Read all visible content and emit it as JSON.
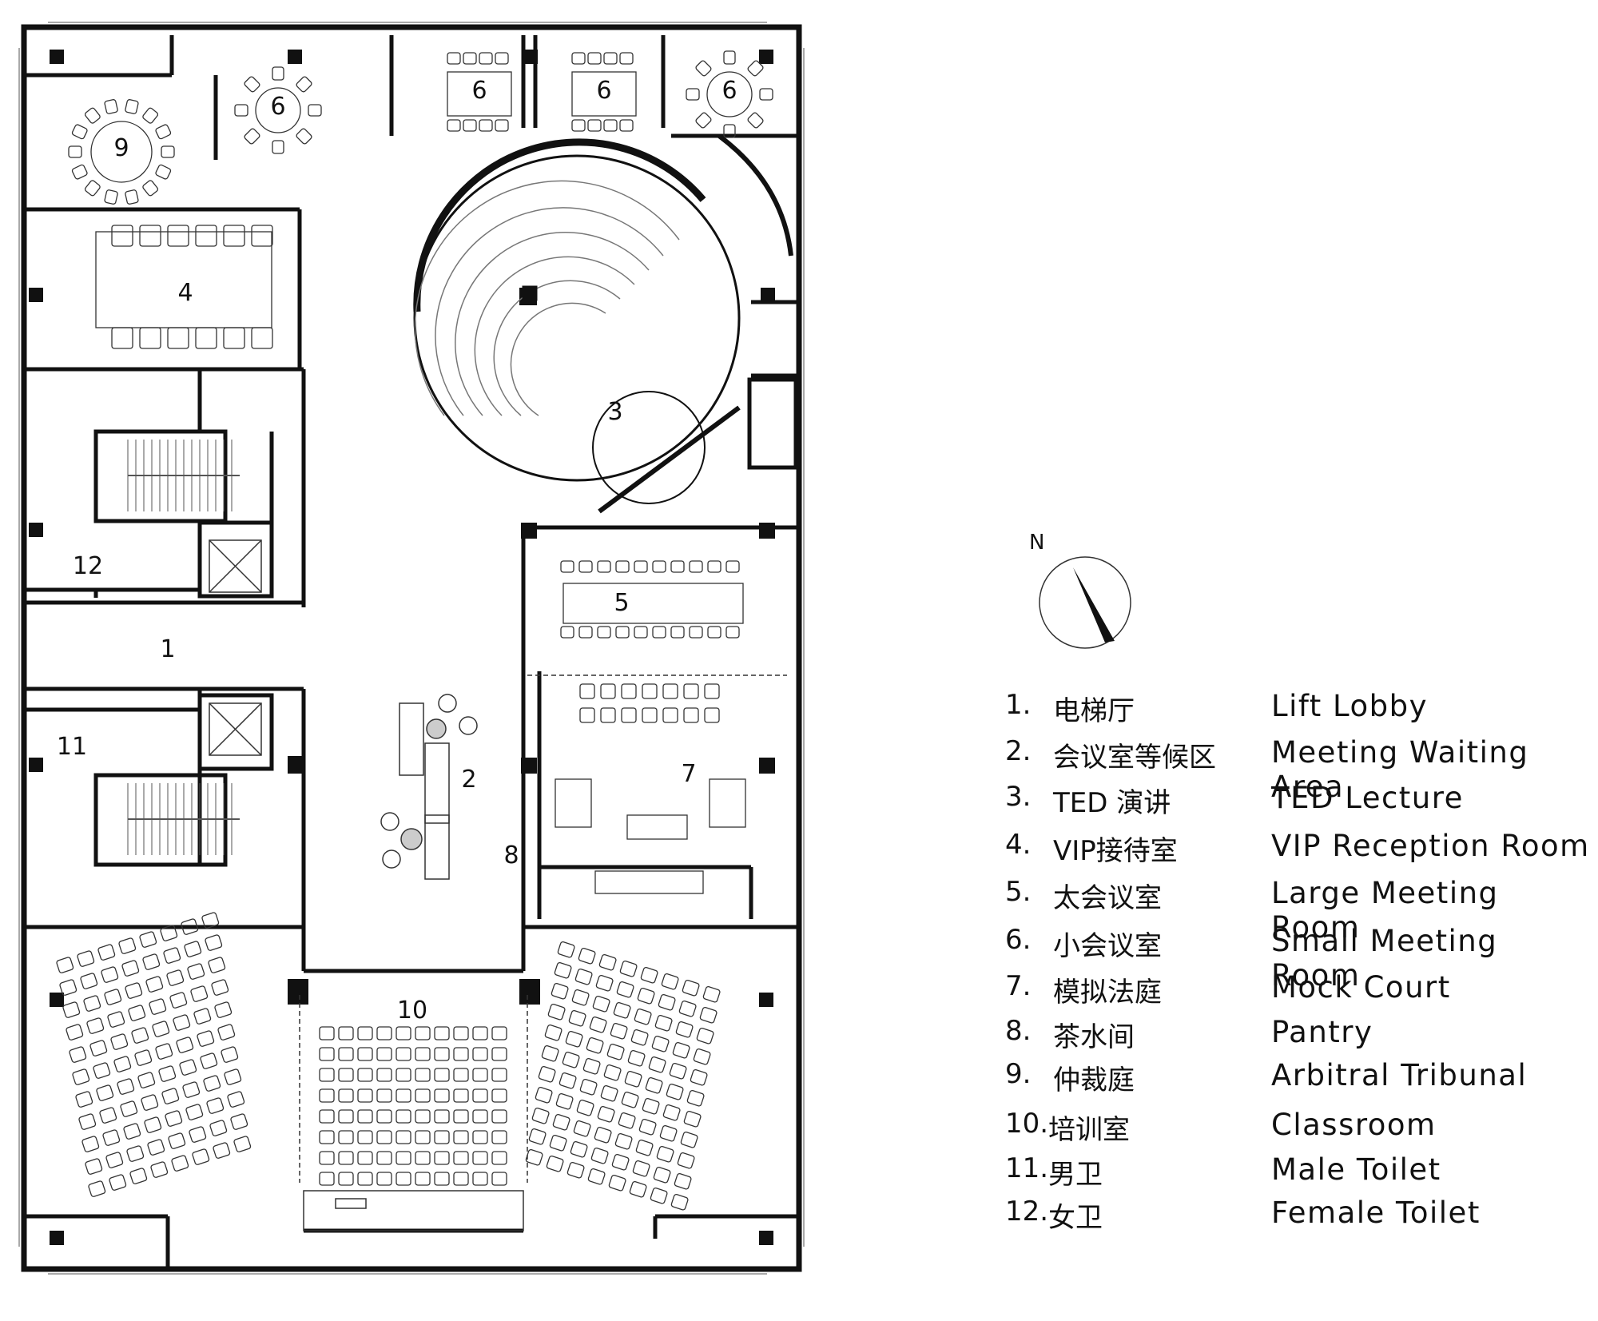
{
  "compass": {
    "label": "N"
  },
  "rooms": {
    "r1": "1",
    "r2": "2",
    "r3": "3",
    "r4": "4",
    "r5": "5",
    "r6a": "6",
    "r6b": "6",
    "r6c": "6",
    "r6d": "6",
    "r7": "7",
    "r8": "8",
    "r9": "9",
    "r10": "10",
    "r11": "11",
    "r12": "12"
  },
  "legend": [
    {
      "num": "1.",
      "cn": "电梯厅",
      "en": "Lift Lobby"
    },
    {
      "num": "2.",
      "cn": "会议室等候区",
      "en": "Meeting Waiting Area"
    },
    {
      "num": "3.",
      "cn": "TED 演讲",
      "en": "TED Lecture"
    },
    {
      "num": "4.",
      "cn": "VIP接待室",
      "en": "VIP Reception Room"
    },
    {
      "num": "5.",
      "cn": "太会议室",
      "en": "Large Meeting Room"
    },
    {
      "num": "6.",
      "cn": "小会议室",
      "en": "Small Meeting Room"
    },
    {
      "num": "7.",
      "cn": "模拟法庭",
      "en": "Mock Court"
    },
    {
      "num": "8.",
      "cn": "茶水间",
      "en": "Pantry"
    },
    {
      "num": "9.",
      "cn": "仲裁庭",
      "en": "Arbitral Tribunal"
    },
    {
      "num": "10.",
      "cn": "培训室",
      "en": "Classroom"
    },
    {
      "num": "11.",
      "cn": "男卫",
      "en": "Male Toilet"
    },
    {
      "num": "12.",
      "cn": "女卫",
      "en": "Female Toilet"
    }
  ],
  "colors": {
    "wall": "#111111",
    "line": "#333333",
    "stroke_light": "#666666"
  }
}
